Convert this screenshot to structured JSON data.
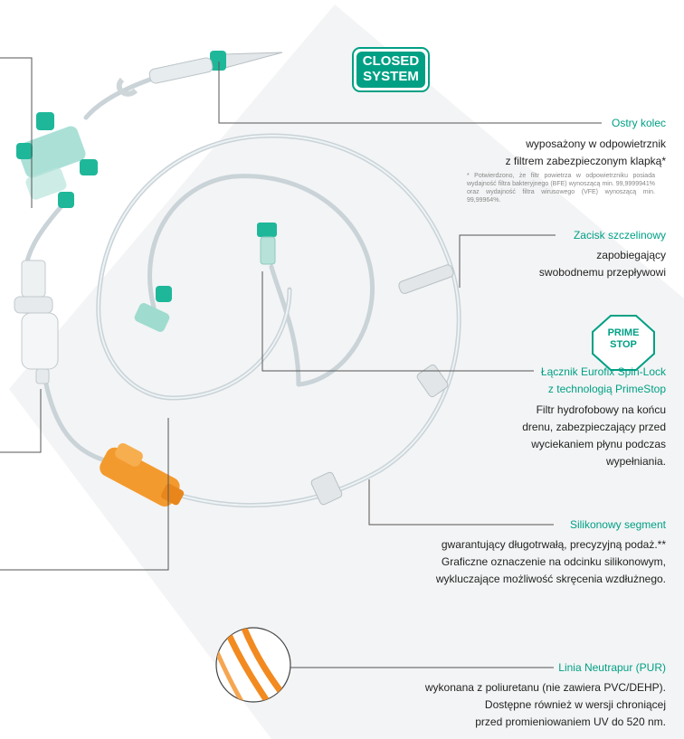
{
  "badge_closed": {
    "line1": "CLOSED",
    "line2": "SYSTEM"
  },
  "badge_prime": {
    "line1": "PRIME",
    "line2": "STOP"
  },
  "spike": {
    "title": "Ostry kolec",
    "line1": "wyposażony w odpowietrznik",
    "line2": "z filtrem zabezpieczonym klapką*",
    "footnote": "* Potwierdzono, że filtr powietrza w odpowietrzniku posiada wydajność filtra bakteryjnego (BFE) wynoszącą min. 99,9999941% oraz wydajność filtra wirusowego (VFE) wynoszącą min. 99,99964%."
  },
  "clamp": {
    "title": "Zacisk szczelinowy",
    "line1": "zapobiegający",
    "line2": "swobodnemu przepływowi"
  },
  "connector": {
    "title1": "Łącznik Eurofix Spin-Lock",
    "title2": "z technologią PrimeStop",
    "line1": "Filtr hydrofobowy na końcu",
    "line2": "drenu, zabezpieczający przed",
    "line3": "wyciekaniem płynu podczas",
    "line4": "wypełniania."
  },
  "silicone": {
    "title": "Silikonowy segment",
    "line1": "gwarantujący długotrwałą, precyzyjną podaż.**",
    "line2": "Graficzne oznaczenie na odcinku silikonowym,",
    "line3": "wykluczające możliwość skręcenia wzdłużnego."
  },
  "line": {
    "title": "Linia Neutrapur (PUR)",
    "line1": "wykonana z poliuretanu (nie zawiera PVC/DEHP).",
    "line2": "Dostępne również w wersji chroniącej",
    "line3": "przed promieniowaniem UV do 520 nm."
  },
  "colors": {
    "accent": "#00a085",
    "orange": "#f39a2e",
    "teal_part": "#1fb79a"
  }
}
